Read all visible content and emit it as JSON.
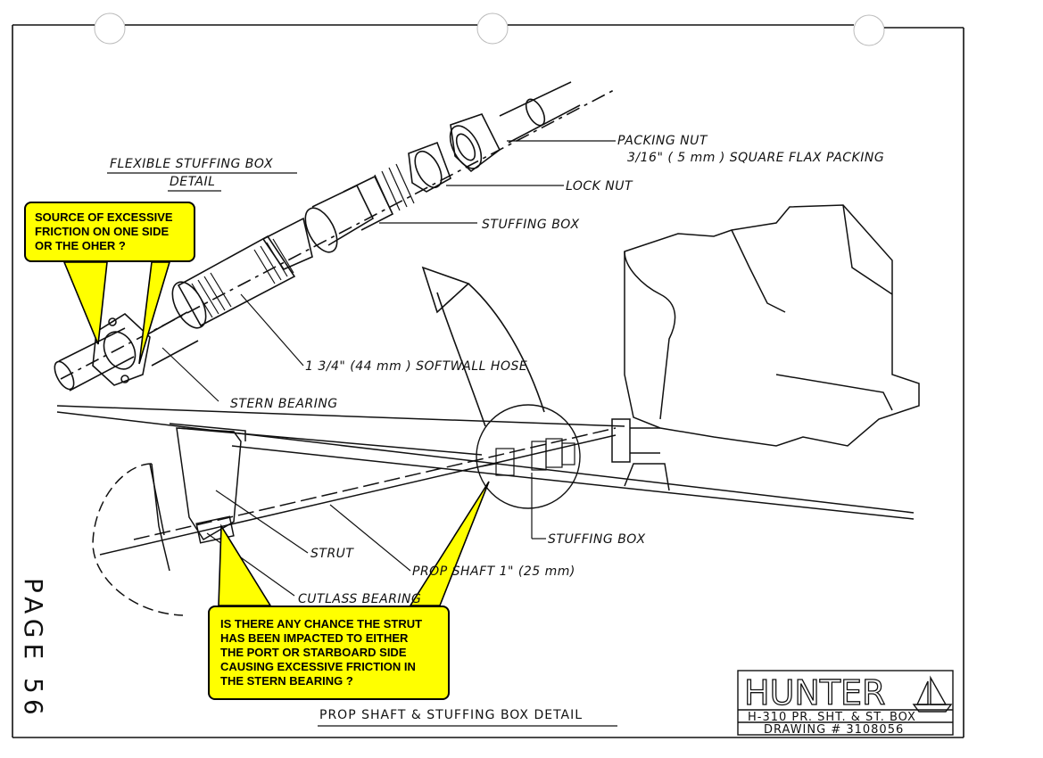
{
  "title_left": {
    "line1": "FLEXIBLE STUFFING BOX",
    "line2": "DETAIL"
  },
  "labels": {
    "packing_nut": "PACKING NUT",
    "flax_packing": "3/16\" ( 5 mm ) SQUARE FLAX PACKING",
    "lock_nut": "LOCK NUT",
    "stuffing_box_top": "STUFFING BOX",
    "softwall_hose": "1 3/4\" (44 mm ) SOFTWALL HOSE",
    "stern_bearing": "STERN BEARING",
    "stuffing_box_bottom": "STUFFING BOX",
    "strut": "STRUT",
    "prop_shaft": "PROP SHAFT 1\" (25 mm)",
    "cutlass_bearing": "CUTLASS BEARING"
  },
  "callouts": {
    "top": "SOURCE OF EXCESSIVE\nFRICTION ON ONE SIDE\nOR THE OHER ?",
    "bottom": "IS THERE ANY CHANCE THE STRUT\nHAS BEEN IMPACTED TO EITHER\nTHE PORT OR STARBOARD SIDE\nCAUSING EXCESSIVE FRICTION IN\nTHE STERN BEARING ?"
  },
  "page_label": "PAGE 56",
  "footer_title": "PROP SHAFT & STUFFING BOX DETAIL",
  "title_block": {
    "brand": "HUNTER",
    "model": "H-310 PR. SHT. & ST. BOX",
    "drawing": "DRAWING # 3108056"
  },
  "colors": {
    "callout": "#ffff00",
    "ink": "#111111"
  }
}
